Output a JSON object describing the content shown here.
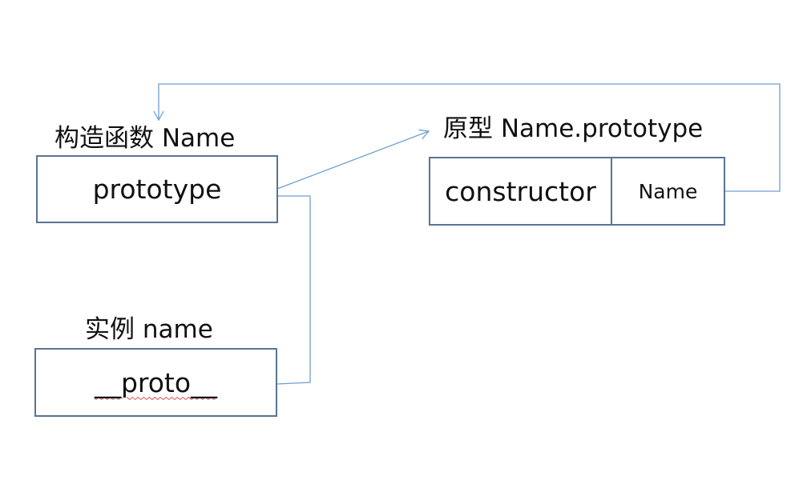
{
  "constructor_node": {
    "title": "构造函数 Name",
    "field": "prototype"
  },
  "prototype_node": {
    "title": "原型 Name.prototype",
    "fields": [
      "constructor",
      "Name"
    ]
  },
  "instance_node": {
    "title": "实例 name",
    "field": "__proto__"
  },
  "colors": {
    "box_border": "#5a7493",
    "arrow": "#6f9fd0",
    "spellcheck_underline": "#d24a4a"
  }
}
